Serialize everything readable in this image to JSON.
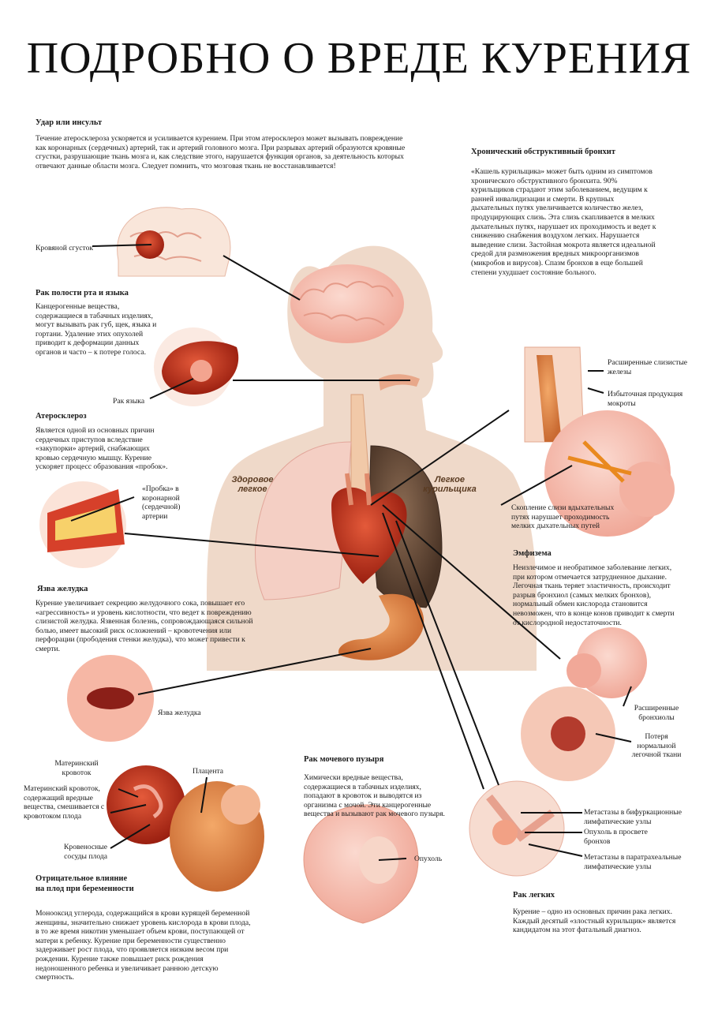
{
  "title": "ПОДРОБНО О ВРЕДЕ КУРЕНИЯ",
  "stroke": {
    "heading": "Удар или инсульт",
    "text": "Течение атеросклероза ускоряется и усиливается курением. При этом атеросклероз может вызывать повреждение как коронарных (сердечных) артерий, так и артерий головного мозга. При разрывах артерий образуются кровяные сгустки, разрушающие ткань мозга и, как следствие этого, нарушается функция органов, за деятельность которых отвечают данные области мозга. Следует помнить, что мозговая ткань не восстанавливается!",
    "label_clot": "Кровяной сгусток"
  },
  "bronchitis": {
    "heading": "Хронический обструктивный бронхит",
    "text": "«Кашель курильщика» может быть одним из симптомов хронического обструктивного бронхита. 90% курильщиков страдают этим заболеванием, ведущим к ранней инвалидизации и смерти. В крупных дыхательных путях увеличивается количество желез, продуцирующих слизь. Эта слизь скапливается в мелких дыхательных путях, нарушает их проходимость и ведет к снижению снабжения воздухом легких. Нарушается выведение слизи. Застойная мокрота является идеальной средой для размножения вредных микроорганизмов (микробов и вирусов). Спазм бронхов в еще большей степени ухудшает состояние больного.",
    "label_glands": "Расширенные слизистые железы",
    "label_sputum": "Избыточная продукция мокроты",
    "label_mucus": "Скопление слизи вдыхательных путях нарушает проходимость мелких дыхательных путей"
  },
  "oral_cancer": {
    "heading": "Рак полости рта и языка",
    "text": "Канцерогенные вещества, содержащиеся в табачных изделиях, могут вызывать рак губ, щек, языка и гортани. Удаление этих опухолей приводит к деформации данных органов и часто – к потере голоса.",
    "label": "Рак языка"
  },
  "atherosclerosis": {
    "heading": "Атеросклероз",
    "text": "Является одной из основных причин сердечных приступов вследствие «закупорки» артерий, снабжающих кровью сердечную мышцу. Курение ускоряет процесс образования «пробок».",
    "label": "«Пробка» в коронарной (сердечной) артерии"
  },
  "lungs": {
    "healthy": "Здоровое легкое",
    "smoker": "Легкое курильщика"
  },
  "emphysema": {
    "heading": "Эмфизема",
    "text": "Неизлечимое и необратимое заболевание легких, при котором отмечается затрудненное дыхание. Легочная ткань теряет эластичность, происходит разрыв бронхиол (самых мелких бронхов), нормальный обмен кислорода становится невозможен, что в конце конов приводит к смерти от кислородной недостаточности.",
    "label_bronchioles": "Расширенные бронхиолы",
    "label_tissue": "Потеря нормальной легочной ткани"
  },
  "ulcer": {
    "heading": "Язва желудка",
    "text": "Курение увеличивает секрецию желудочного сока, повышает его «агрессивность» и уровень кислотности, что ведет к повреждению слизистой желудка. Язвенная болезнь, сопровождающаяся сильной болью, имеет высокий риск осложнений – кровотечения или перфорации (прободения стенки желудка), что может привести к смерти.",
    "label": "Язва желудка"
  },
  "pregnancy": {
    "label_maternal_flow": "Материнский кровоток",
    "label_maternal_mix": "Материнский кровоток, содержащий вредные вещества, смешивается с кровотоком плода",
    "label_vessels": "Кровеносные сосуды плода",
    "label_placenta": "Плацента",
    "heading": "Отрицательное влияние на плод при беременности",
    "text": "Монооксид углерода, содержащийся в крови курящей беременной женщины, значительно снижает уровень кислорода в крови плода, в то же время никотин уменьшает объем крови, поступающей от матери к ребенку. Курение при беременности существенно задерживает рост плода, что проявляется низким весом при рождении. Курение также повышает риск рождения недоношенного ребенка и увеличивает раннюю детскую смертность."
  },
  "bladder": {
    "heading": "Рак мочевого пузыря",
    "text": "Химически вредные вещества, содержащиеся в табачных изделиях, попадают в кровоток и выводятся из организма с мочой. Эти канцерогенные вещества и вызывают рак мочевого пузыря.",
    "label": "Опухоль"
  },
  "lung_cancer": {
    "label_bifurcation": "Метастазы в бифуркационные лимфатические узлы",
    "label_lumen": "Опухоль в просвете бронхов",
    "label_paratracheal": "Метастазы в паратрахеальные лимфатические узлы",
    "heading": "Рак легких",
    "text": "Курение – одно из основных причин рака легких. Каждый десятый «злостный курильщик» является кандидатом на этот фатальный диагноз."
  }
}
